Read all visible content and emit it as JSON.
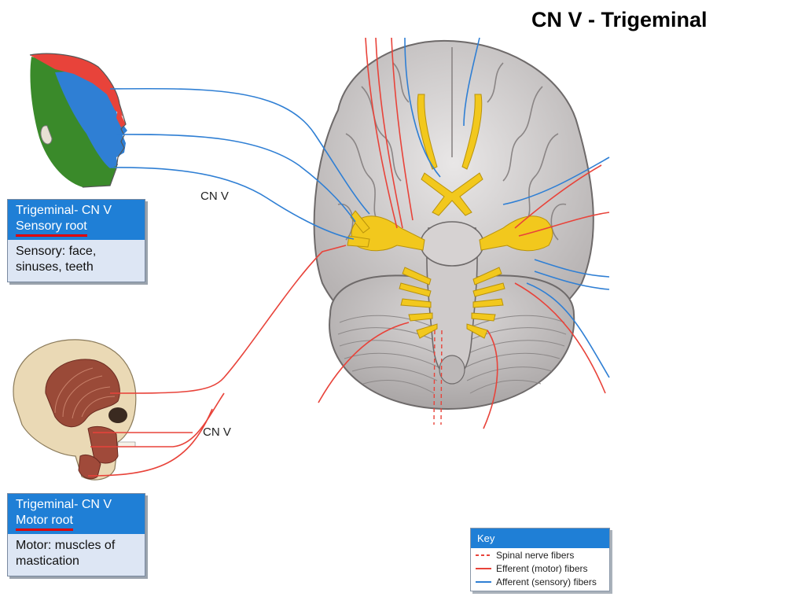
{
  "title": "CN V - Trigeminal",
  "sensory_box": {
    "heading_line1": "Trigeminal- CN V",
    "heading_line2": "Sensory root",
    "body_line1": "Sensory: face,",
    "body_line2": "sinuses, teeth"
  },
  "motor_box": {
    "heading_line1": "Trigeminal- CN V",
    "heading_line2": "Motor root",
    "body_line1": "Motor: muscles of",
    "body_line2": "mastication"
  },
  "labels": {
    "cn_v_upper": "CN V",
    "cn_v_lower": "CN V"
  },
  "key": {
    "title": "Key",
    "items": [
      {
        "label": "Spinal nerve fibers",
        "color": "#e8433a",
        "style": "dashed"
      },
      {
        "label": "Efferent (motor) fibers",
        "color": "#e8433a",
        "style": "solid"
      },
      {
        "label": "Afferent (sensory) fibers",
        "color": "#2f7fd4",
        "style": "solid"
      }
    ]
  },
  "colors": {
    "nerve_yellow": "#f2c81d",
    "sensory_blue": "#2f7fd4",
    "motor_red": "#e8433a",
    "brain_gray": "#c9c6c6",
    "header_blue": "#1f7fd6"
  }
}
